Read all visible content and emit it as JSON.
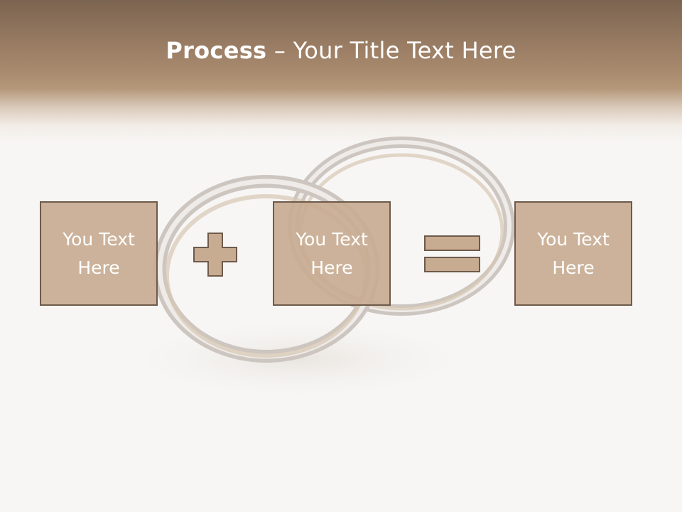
{
  "title": {
    "bold": "Process",
    "rest": " – Your Title Text Here"
  },
  "boxes": [
    {
      "text": "You Text\nHere"
    },
    {
      "text": "You Text\nHere"
    },
    {
      "text": "You Text\nHere"
    }
  ],
  "operators": [
    "plus-icon",
    "equals-icon"
  ],
  "colors": {
    "header_top": "#7b6450",
    "box_fill": "#c8ac92",
    "box_border": "#6e5a4a",
    "text": "#ffffff"
  }
}
